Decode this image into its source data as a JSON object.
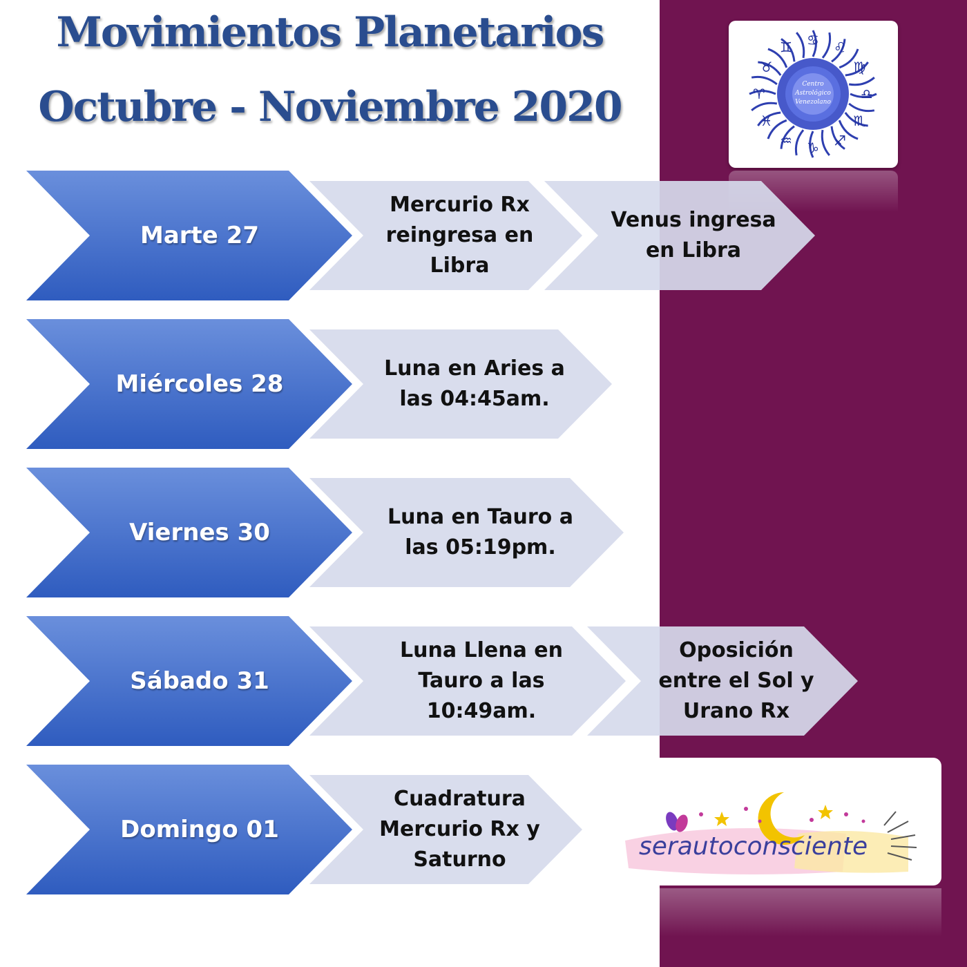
{
  "title": {
    "line1": "Movimientos Planetarios",
    "line2": "Octubre - Noviembre 2020"
  },
  "logo": {
    "lines": [
      "Centro",
      "Astrológico",
      "Venezolano"
    ],
    "icon": "zodiac-wheel-icon"
  },
  "brand": {
    "text": "serautoconsciente",
    "icon": "butterfly-moon-stars-icon"
  },
  "colors": {
    "day_chevron_top": "#6a8fdc",
    "day_chevron_bottom": "#2f5cbf",
    "event_chevron": "#d6daec",
    "panel": "#701450",
    "title": "#2a4d8f"
  },
  "rows": [
    {
      "day": "Marte 27",
      "events": [
        {
          "lines": [
            "Mercurio Rx",
            "reingresa en",
            "Libra"
          ]
        },
        {
          "lines": [
            "Venus ingresa",
            "en Libra"
          ]
        }
      ]
    },
    {
      "day": "Miércoles 28",
      "events": [
        {
          "lines": [
            "Luna en Aries a",
            "las 04:45am."
          ]
        }
      ]
    },
    {
      "day": "Viernes 30",
      "events": [
        {
          "lines": [
            "Luna en Tauro a",
            "las 05:19pm."
          ]
        }
      ]
    },
    {
      "day": "Sábado  31",
      "events": [
        {
          "lines": [
            "Luna Llena en",
            "Tauro a las",
            "10:49am."
          ]
        },
        {
          "lines": [
            "Oposición",
            "entre el Sol y",
            "Urano Rx"
          ]
        }
      ]
    },
    {
      "day": "Domingo 01",
      "events": [
        {
          "lines": [
            "Cuadratura",
            "Mercurio Rx y",
            "Saturno"
          ]
        }
      ]
    }
  ]
}
